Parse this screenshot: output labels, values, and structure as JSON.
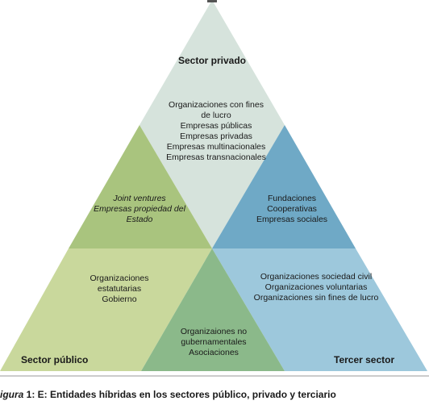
{
  "diagram": {
    "sectors": {
      "privado": "Sector privado",
      "publico": "Sector público",
      "tercero": "Tercer sector"
    },
    "private_items": [
      "Organizaciones con fines",
      "de lucro",
      "Empresas públicas",
      "Empresas privadas",
      "Empresas multinacionales",
      "Empresas transnacionales"
    ],
    "public_private_items": [
      "Joint ventures",
      "Empresas propiedad del",
      "Estado"
    ],
    "private_third_items": [
      "Fundaciones",
      "Cooperativas",
      "Empresas sociales"
    ],
    "public_items": [
      "Organizaciones",
      "estatutarias",
      "Gobierno"
    ],
    "third_items": [
      "Organizaciones sociedad civil",
      "Organizaciones voluntarias",
      "Organizaciones sin fines de lucro"
    ],
    "public_third_items": [
      "Organizaiones no",
      "gubernamentales",
      "Asociaciones"
    ],
    "colors": {
      "privado": "#d6e3dc",
      "publico": "#c9d89c",
      "publico_privado": "#a9c47e",
      "tercero": "#9dc8dc",
      "privado_tercero": "#6fa9c6",
      "publico_tercero": "#8bb98a"
    }
  },
  "caption": {
    "prefix": "igura",
    "text": " 1: E: Entidades híbridas en los sectores público, privado y terciario"
  }
}
